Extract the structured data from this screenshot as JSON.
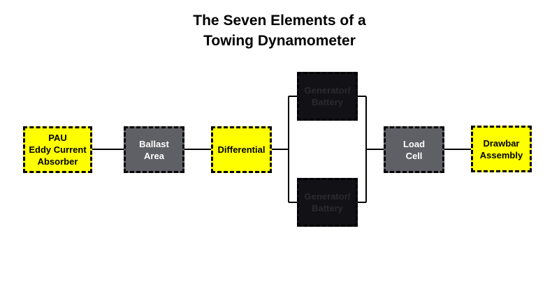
{
  "title": {
    "line1": "The Seven Elements of a",
    "line2": "Towing Dynamometer"
  },
  "nodes": {
    "pau": {
      "label": "PAU\nEddy Current\nAbsorber",
      "color": "#ffff00"
    },
    "ballast": {
      "label": "Ballast\nArea",
      "color": "#5f5f66"
    },
    "differential": {
      "label": "Differential",
      "color": "#ffff00"
    },
    "genbat_top": {
      "label": "Generator/\nBattery",
      "color": "#111116"
    },
    "genbat_bottom": {
      "label": "Generator/\nBattery",
      "color": "#111116"
    },
    "loadcell": {
      "label": "Load\nCell",
      "color": "#5f5f66"
    },
    "drawbar": {
      "label": "Drawbar\nAssembly",
      "color": "#ffff00"
    }
  }
}
